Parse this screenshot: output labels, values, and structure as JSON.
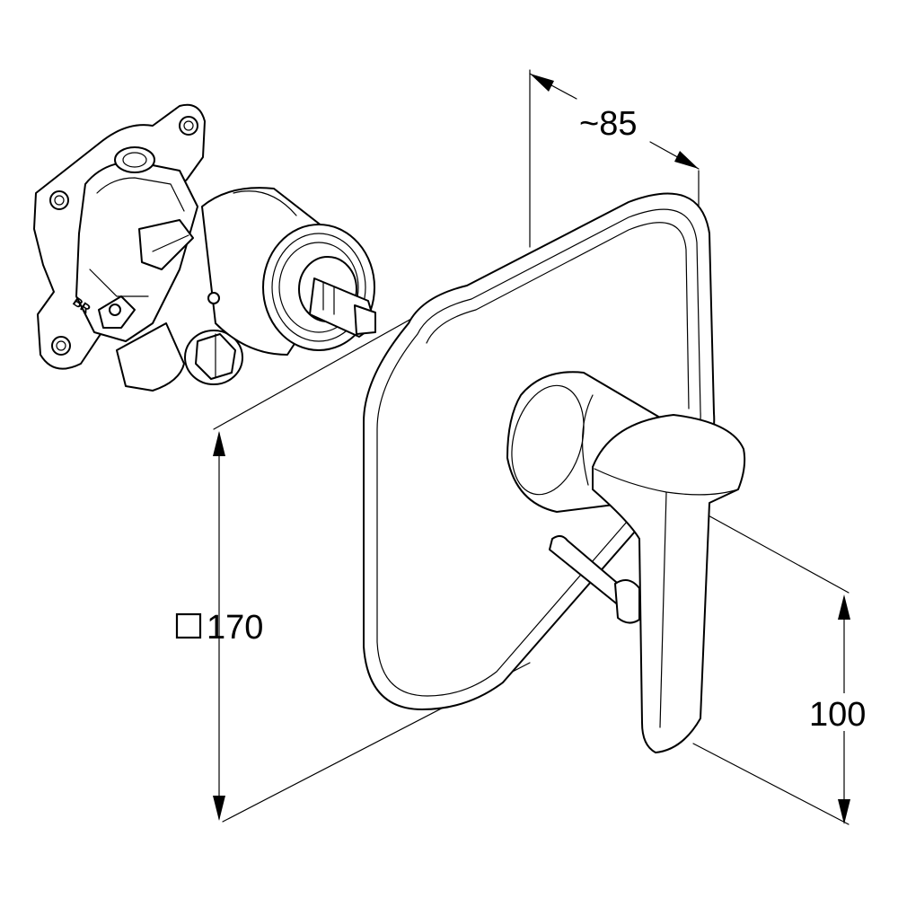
{
  "dimensions": {
    "depth_label": "~85",
    "size_label": "170",
    "size_symbol": "square-symbol-icon",
    "handle_height_label": "100"
  },
  "body_marking": "BR",
  "colors": {
    "line": "#000000",
    "background": "#ffffff"
  }
}
